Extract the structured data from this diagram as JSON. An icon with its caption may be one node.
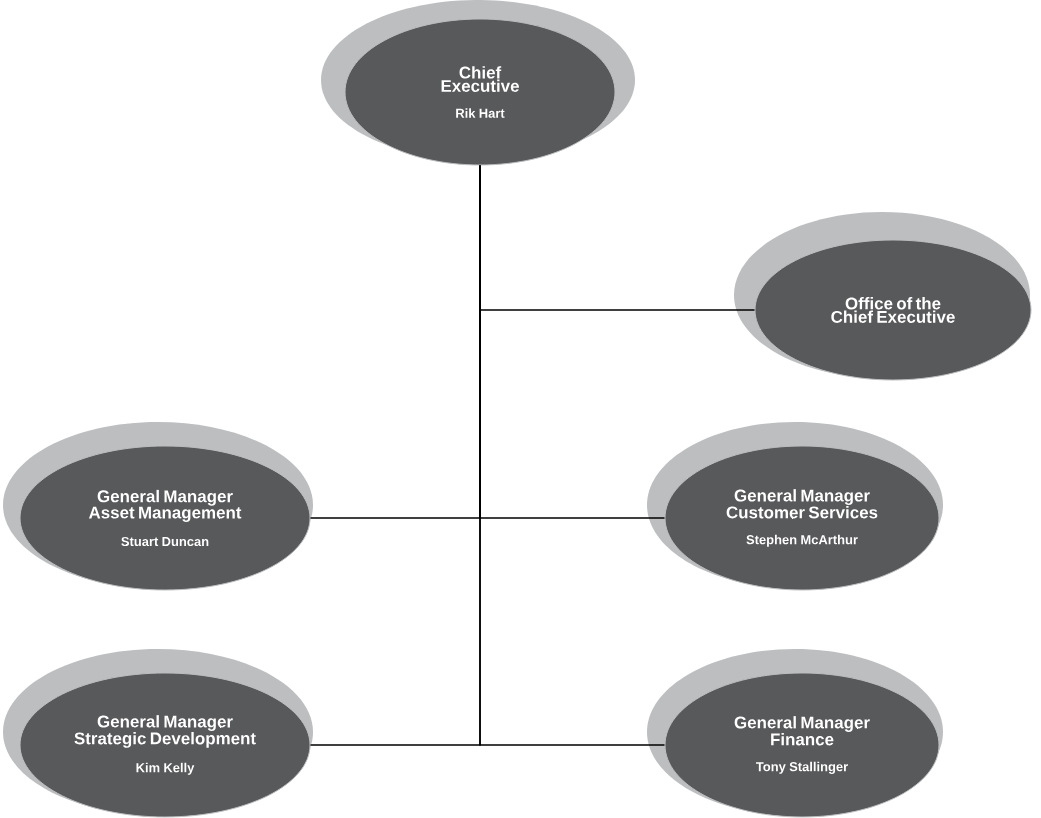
{
  "diagram": {
    "nodes": [
      {
        "text": [
          "Chief Executive",
          "Rik Hart"
        ]
      },
      {
        "text": [
          "Office of the Chief Executive"
        ]
      },
      {
        "text": [
          "General Manager Asset Management",
          "Stuart Duncan"
        ]
      },
      {
        "text": [
          "General Manager Customer Services",
          "Stephen McArthur"
        ]
      },
      {
        "text": [
          "General Manager Strategic Development",
          "Kim Kelly"
        ]
      },
      {
        "text": [
          "General Manager Finance",
          "Tony Stallinger"
        ]
      }
    ],
    "edges": [
      {
        "from": 0,
        "to": 1,
        "arrow": "none"
      },
      {
        "from": 0,
        "to": 2,
        "arrow": "none"
      },
      {
        "from": 0,
        "to": 3,
        "arrow": "none"
      },
      {
        "from": 0,
        "to": 4,
        "arrow": "none"
      },
      {
        "from": 0,
        "to": 5,
        "arrow": "none"
      }
    ]
  }
}
